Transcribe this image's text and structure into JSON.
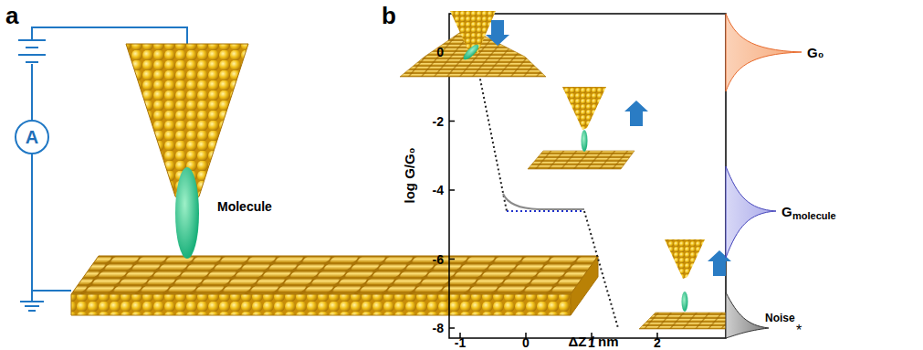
{
  "diagram": {
    "nodes": [
      {
        "text": [
          "A"
        ]
      }
    ],
    "labels": [
      "a",
      "Molecule",
      "b",
      "0",
      "-2",
      "-4",
      "-6",
      "-8",
      "-1",
      "0",
      "1",
      "2",
      "log G/G₀",
      "ΔZ / nm",
      "G₀",
      "G",
      "molecule",
      "Noise",
      "*"
    ]
  }
}
